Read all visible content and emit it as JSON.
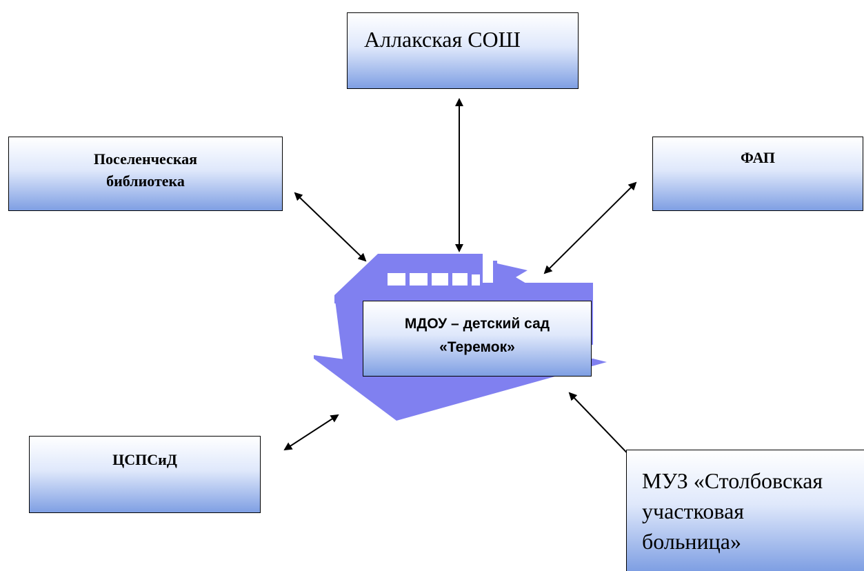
{
  "colors": {
    "building": "#8080f0",
    "arrow": "#000000",
    "box_gradient_bottom": "#7f9fe3"
  },
  "nodes": {
    "school": "Аллакская СОШ",
    "library": "Поселенческая\nбиблиотека",
    "fap": "ФАП",
    "cspsid": "ЦСПСиД",
    "hospital": "МУЗ «Столбовская\nучастковая\nбольница»",
    "center": "МДОУ –  детский сад\n«Теремок»"
  },
  "icons": [
    "kindergarten-building-icon"
  ]
}
